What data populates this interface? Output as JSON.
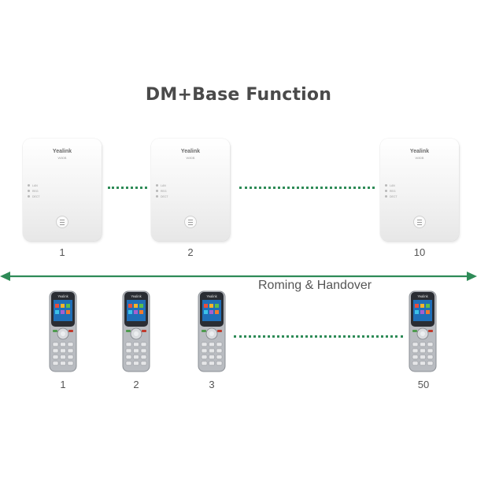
{
  "title": "DM+Base Function",
  "link_label": "Roming & Handover",
  "base_stations": {
    "brand": "Yealink",
    "model": "W80B",
    "led_labels": [
      "LAN",
      "REG",
      "DECT"
    ],
    "numbers": [
      "1",
      "2",
      "10"
    ]
  },
  "handsets": {
    "brand": "Yealink",
    "numbers": [
      "1",
      "2",
      "3",
      "50"
    ]
  },
  "colors": {
    "link": "#2e8b57",
    "title": "#4a4a4a",
    "text": "#555555"
  }
}
